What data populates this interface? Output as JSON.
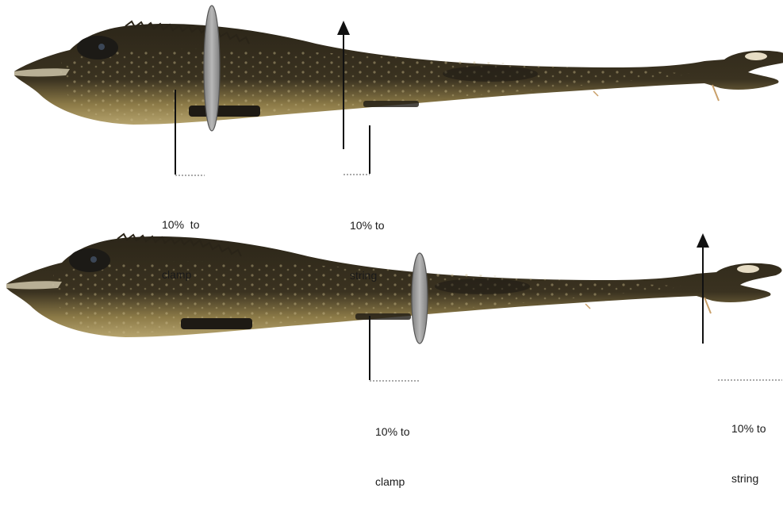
{
  "diagram": {
    "panels": [
      {
        "id": "top",
        "annotations": [
          {
            "name": "clamp-label",
            "lines": [
              "10%  to",
              "clamp"
            ]
          },
          {
            "name": "string-label",
            "lines": [
              "10% to",
              "string"
            ]
          }
        ]
      },
      {
        "id": "bottom",
        "annotations": [
          {
            "name": "clamp-label",
            "lines": [
              "10% to",
              "clamp"
            ]
          },
          {
            "name": "string-label",
            "lines": [
              "10% to",
              "string"
            ]
          }
        ]
      }
    ],
    "colors": {
      "background": "#ffffff",
      "fish_dark": "#2a2418",
      "fish_belly": "#a8955e",
      "clamp_fill": "#9b9b9b",
      "clamp_stroke": "#555555",
      "line": "#111111"
    },
    "icons": [
      "fish-specimen",
      "clamp-ellipse",
      "string-arrow",
      "reference-line",
      "dashed-tick"
    ]
  }
}
